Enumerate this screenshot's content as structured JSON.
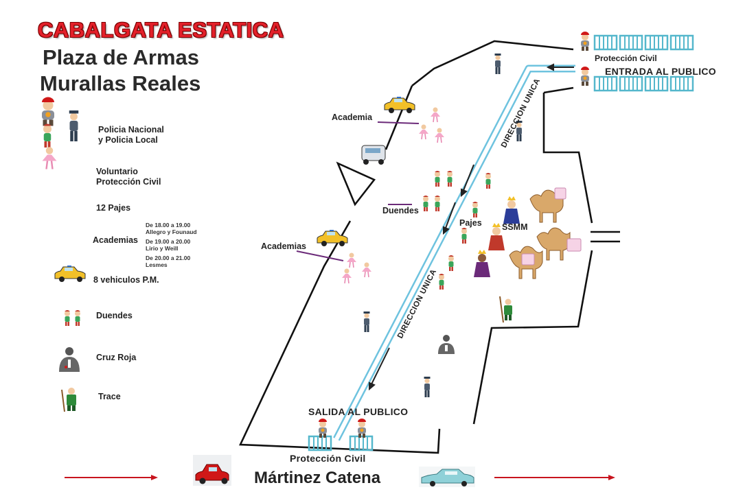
{
  "header": {
    "title": "CABALGATA ESTATICA",
    "subtitle_line1": "Plaza de Armas",
    "subtitle_line2": "Murallas Reales"
  },
  "legend": {
    "police": {
      "line1": "Policia Nacional",
      "line2": "y Policia Local",
      "icon": "police-officer-icon"
    },
    "civil": {
      "line1": "Voluntario",
      "line2": "Protección Civil",
      "icon": "civil-protection-icon"
    },
    "pajes": {
      "label": "12 Pajes",
      "icon": "page-icon"
    },
    "academias": {
      "label": "Academias",
      "icon": "ballerina-icon",
      "schedule": [
        {
          "time": "De 18.00 a 19.00",
          "names": "Allegro y Founaud"
        },
        {
          "time": "De 19.00 a 20.00",
          "names": "Lirio y Weill"
        },
        {
          "time": "De 20.00 a 21.00",
          "names": "Lesmes"
        }
      ]
    },
    "vehiculos": {
      "label": "8 vehiculos P.M.",
      "icon": "police-car-icon"
    },
    "duendes": {
      "label": "Duendes",
      "icon": "elves-icon"
    },
    "cruzroja": {
      "label": "Cruz Roja",
      "icon": "red-cross-icon"
    },
    "trace": {
      "label": "Trace",
      "icon": "sweeper-icon"
    }
  },
  "map": {
    "academia_top": "Academia",
    "duendes": "Duendes",
    "academias_left": "Academias",
    "pajes": "Pajes",
    "ssmm": "SSMM",
    "direccion_top": "DIRECCION UNICA",
    "direccion_bottom": "DIRECCION UNICA",
    "proteccion_top": "Protección Civil",
    "entrada": "ENTRADA AL PUBLICO",
    "salida": "SALIDA AL PUBLICO",
    "proteccion_bottom": "Protección Civil",
    "street": "Mártinez Catena"
  },
  "colors": {
    "title_red": "#e3202a",
    "route_blue": "#6ec3df",
    "barrier_blue": "#54b7cc",
    "arrow_red": "#c8141e",
    "car_red": "#d01818",
    "car_teal": "#8fd1d8",
    "leader_purple": "#6b2a79"
  }
}
